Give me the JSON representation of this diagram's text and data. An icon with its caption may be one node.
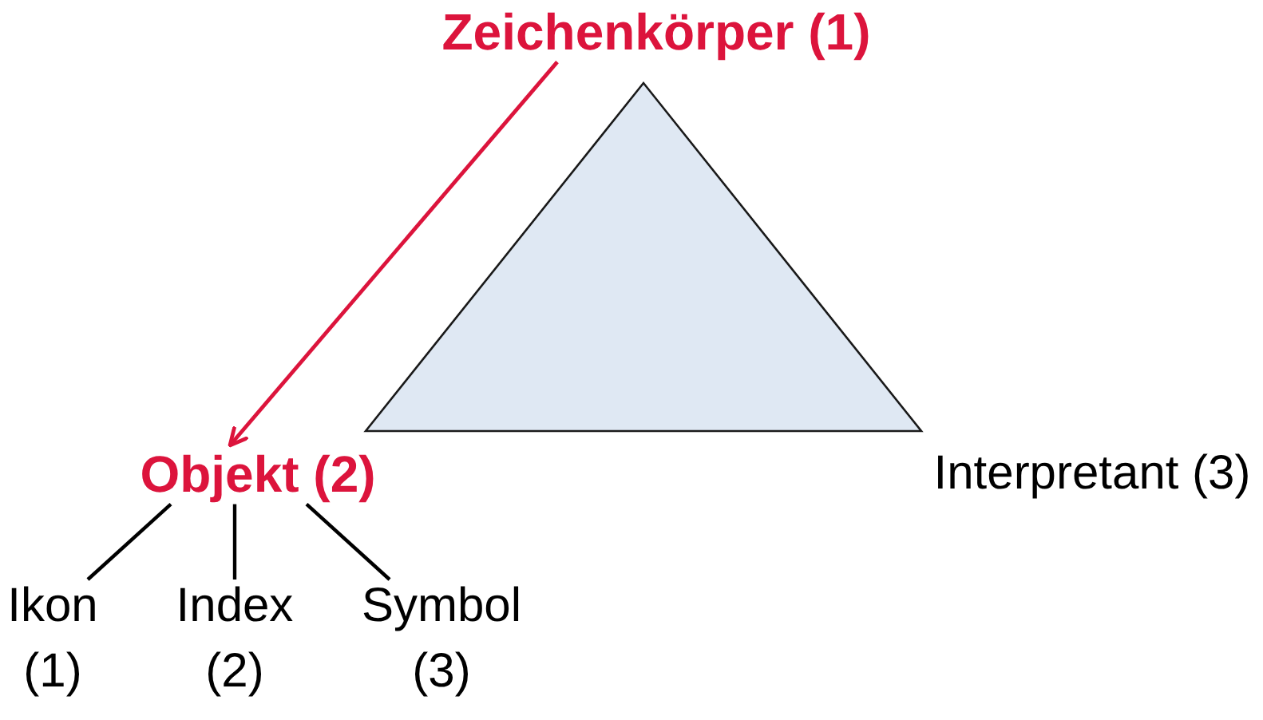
{
  "diagram": {
    "nodes": [
      {
        "text": [
          "Zeichenkörper (1)"
        ]
      },
      {
        "text": [],
        "shape": "triangle"
      },
      {
        "text": [
          "Objekt (2)"
        ]
      },
      {
        "text": [
          "Interpretant (3)"
        ]
      },
      {
        "text": [
          "Ikon",
          "(1)"
        ]
      },
      {
        "text": [
          "Index",
          "(2)"
        ]
      },
      {
        "text": [
          "Symbol",
          "(3)"
        ]
      }
    ],
    "edges": [
      {
        "from": 0,
        "to": 2,
        "arrow": "to",
        "color": "#dc143c"
      },
      {
        "from": 2,
        "to": 4,
        "arrow": "none"
      },
      {
        "from": 2,
        "to": 5,
        "arrow": "none"
      },
      {
        "from": 2,
        "to": 6,
        "arrow": "none"
      }
    ]
  }
}
